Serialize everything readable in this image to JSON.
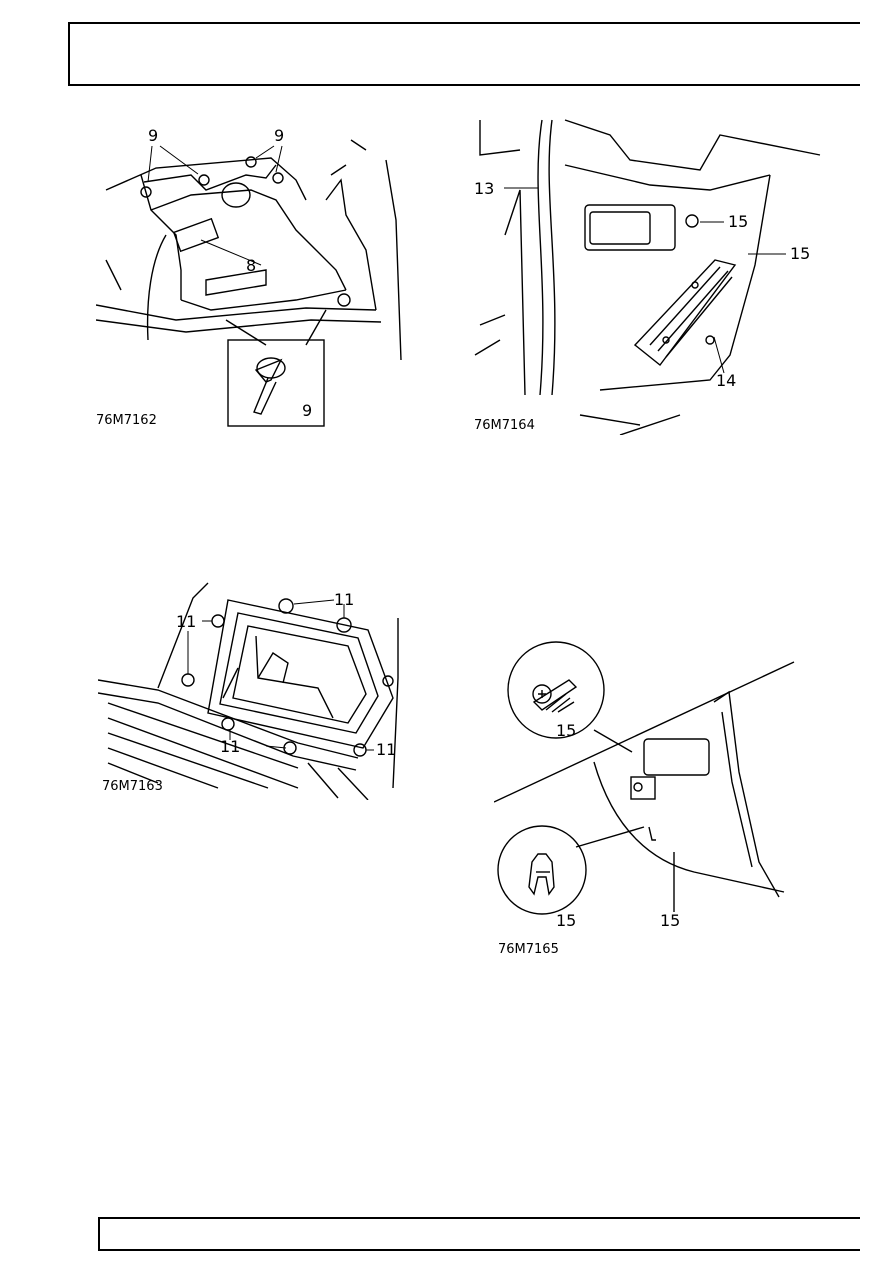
{
  "figures": [
    {
      "ref": "76M7162",
      "callouts": [
        "9",
        "9",
        "8",
        "9"
      ]
    },
    {
      "ref": "76M7164",
      "callouts": [
        "13",
        "15",
        "15",
        "14"
      ]
    },
    {
      "ref": "76M7163",
      "callouts": [
        "11",
        "11",
        "11",
        "11"
      ]
    },
    {
      "ref": "76M7165",
      "callouts": [
        "15",
        "15",
        "15"
      ]
    }
  ]
}
